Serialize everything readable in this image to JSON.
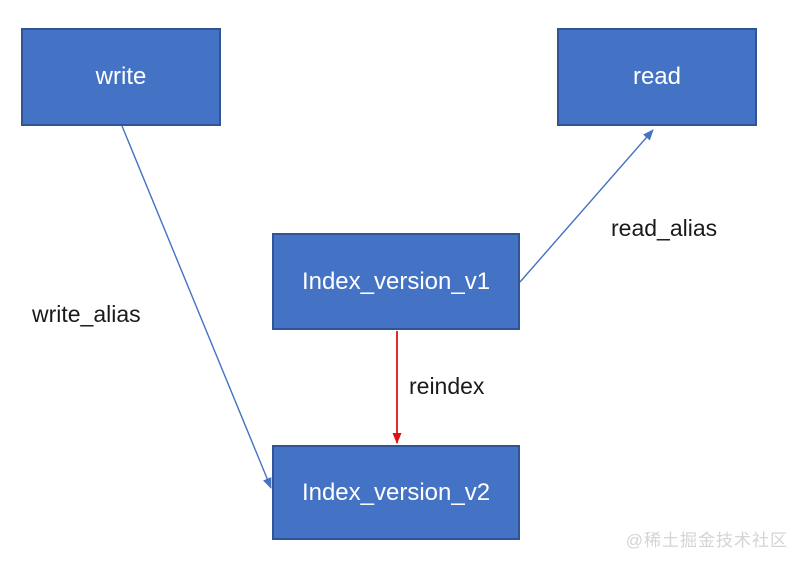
{
  "nodes": {
    "write": {
      "label": "write"
    },
    "read": {
      "label": "read"
    },
    "index_v1": {
      "label": "Index_version_v1"
    },
    "index_v2": {
      "label": "Index_version_v2"
    }
  },
  "edges": {
    "write_alias": {
      "label": "write_alias",
      "from": "write",
      "to": "index_v2",
      "color": "#4472C4"
    },
    "read_alias": {
      "label": "read_alias",
      "from": "index_v1",
      "to": "read",
      "color": "#4472C4"
    },
    "reindex": {
      "label": "reindex",
      "from": "index_v1",
      "to": "index_v2",
      "color": "#E01111"
    }
  },
  "watermark": "@稀土掘金技术社区",
  "theme": {
    "node_fill": "#4472C4",
    "node_border": "#2F5597",
    "node_text": "#FFFFFF",
    "label_text": "#1A1A1A",
    "arrow_blue": "#4472C4",
    "arrow_red": "#E01111",
    "watermark_color": "#D4D4D4",
    "background": "#FFFFFF"
  }
}
